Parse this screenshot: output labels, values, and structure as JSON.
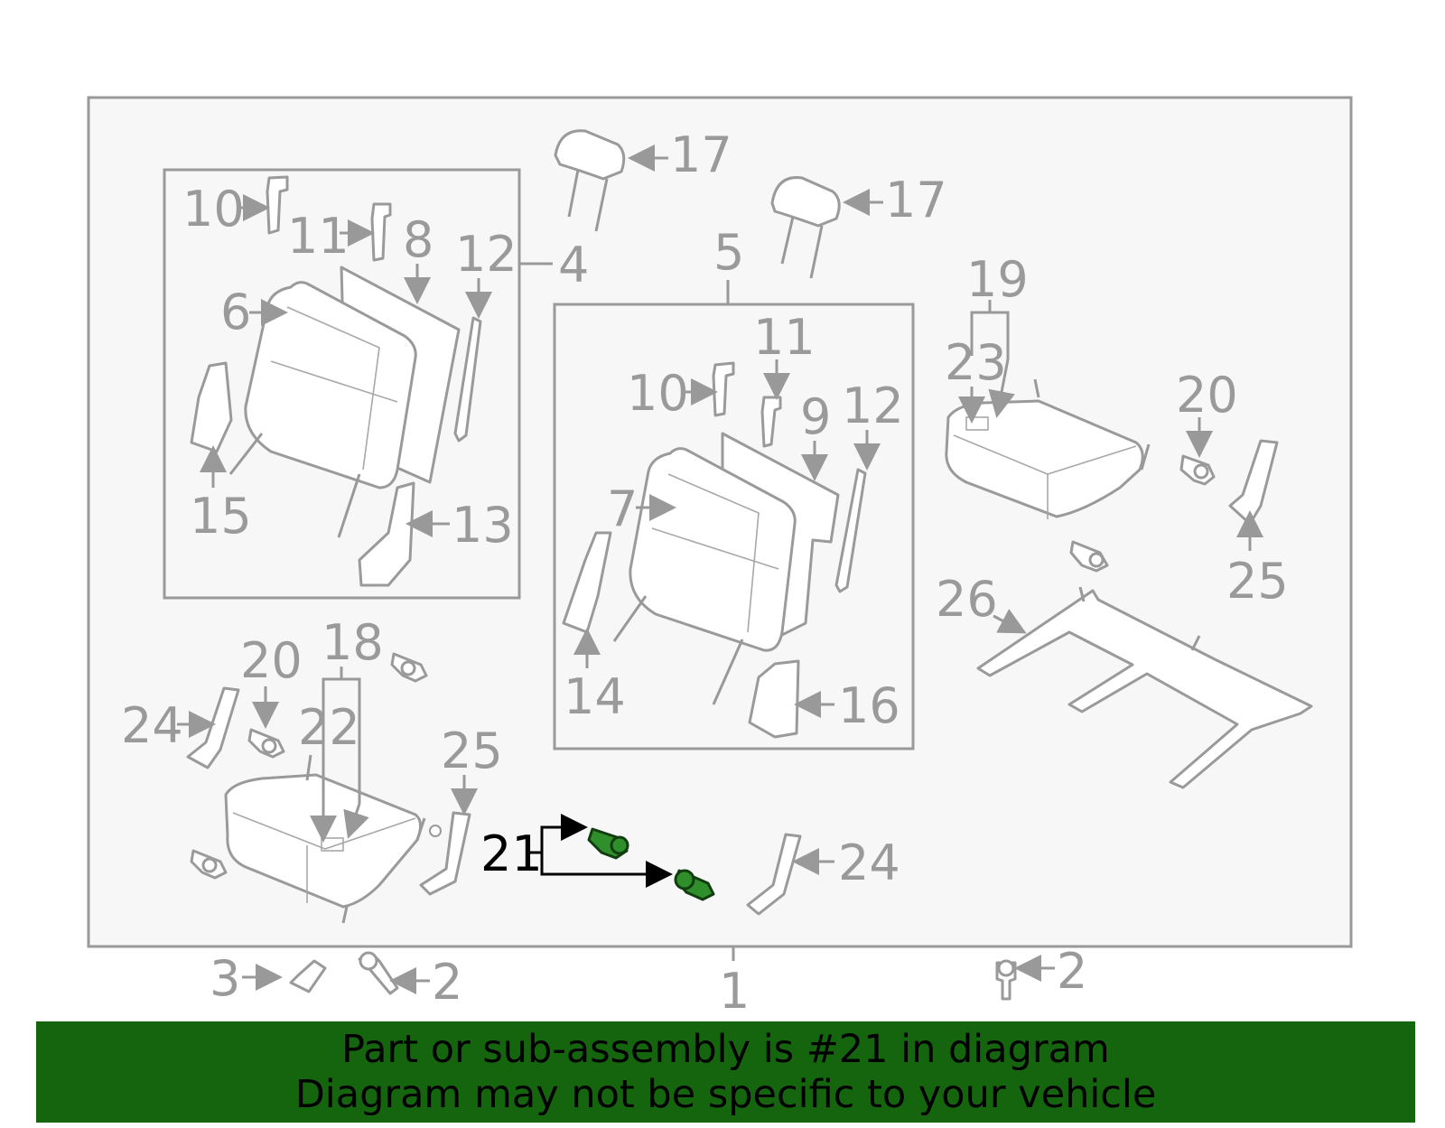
{
  "colors": {
    "panel_bg": "#f7f7f7",
    "line": "#9a9a9a",
    "highlight_part": "#2f8f2a",
    "highlight_label": "#000000",
    "banner_bg": "#15650f",
    "banner_text": "#000000"
  },
  "highlighted_part": "21",
  "callouts": {
    "c17a": "17",
    "c17b": "17",
    "c10a": "10",
    "c11a": "11",
    "c8": "8",
    "c12a": "12",
    "c4": "4",
    "c6": "6",
    "c15": "15",
    "c13": "13",
    "c5": "5",
    "c11b": "11",
    "c10b": "10",
    "c9": "9",
    "c12b": "12",
    "c7": "7",
    "c14": "14",
    "c16": "16",
    "c19": "19",
    "c23": "23",
    "c20a": "20",
    "c25a": "25",
    "c26": "26",
    "c20b": "20",
    "c18": "18",
    "c22": "22",
    "c24a": "24",
    "c25b": "25",
    "c21": "21",
    "c24b": "24",
    "c3": "3",
    "c2a": "2",
    "c1": "1",
    "c2b": "2"
  },
  "banner": {
    "line1": "Part or sub-assembly is #21 in diagram",
    "line2": "Diagram may not be specific to your vehicle"
  }
}
